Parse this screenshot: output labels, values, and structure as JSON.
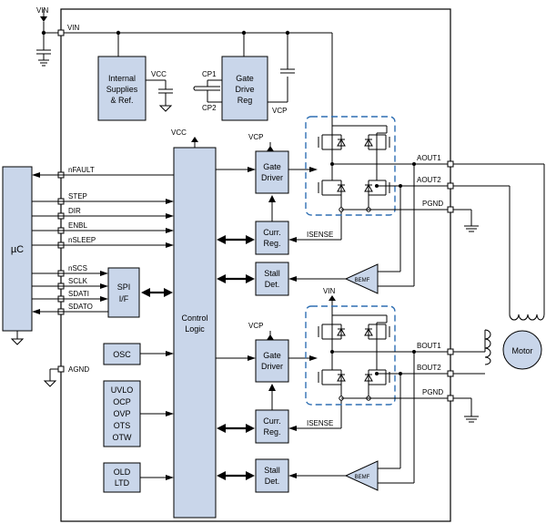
{
  "supply": {
    "vin_top": "VIN",
    "vin_pin": "VIN",
    "vin_bridge": "VIN"
  },
  "blocks": {
    "internal_supplies": [
      "Internal",
      "Supplies",
      "& Ref."
    ],
    "gate_drive_reg": [
      "Gate",
      "Drive",
      "Reg"
    ],
    "gate_driver": [
      "Gate",
      "Driver"
    ],
    "curr_reg": [
      "Curr.",
      "Reg."
    ],
    "stall_det": [
      "Stall",
      "Det."
    ],
    "spi_if": [
      "SPI",
      "I/F"
    ],
    "control_logic": [
      "Control",
      "Logic"
    ],
    "osc": "OSC",
    "protection": [
      "UVLO",
      "OCP",
      "OVP",
      "OTS",
      "OTW"
    ],
    "old_ltd": [
      "OLD",
      "LTD"
    ],
    "mcu": "µC",
    "motor": "Motor",
    "bemf": "BEMF"
  },
  "labels": {
    "vcc": "VCC",
    "vcp": "VCP",
    "cp1": "CP1",
    "cp2": "CP2",
    "isense": "ISENSE"
  },
  "left_pins": [
    "nFAULT",
    "STEP",
    "DIR",
    "ENBL",
    "nSLEEP",
    "nSCS",
    "SCLK",
    "SDATI",
    "SDATO",
    "AGND"
  ],
  "right_pins": [
    "AOUT1",
    "AOUT2",
    "PGND",
    "BOUT1",
    "BOUT2",
    "PGND"
  ]
}
